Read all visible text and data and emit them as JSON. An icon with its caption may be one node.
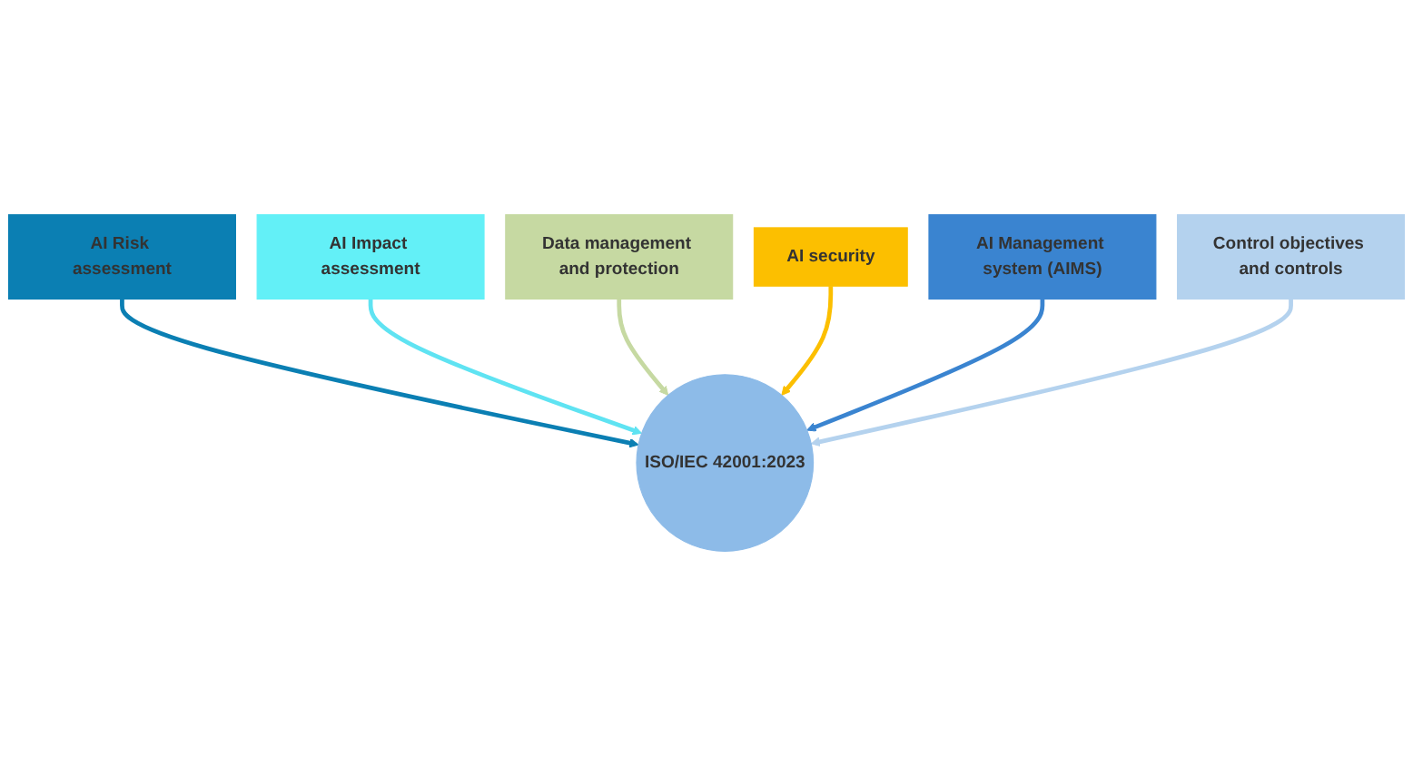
{
  "diagram": {
    "nodes": [
      {
        "text": [
          "AI Risk assessment"
        ]
      },
      {
        "text": [
          "AI Impact assessment"
        ]
      },
      {
        "text": [
          "Data management and protection"
        ]
      },
      {
        "text": [
          "AI security"
        ]
      },
      {
        "text": [
          "AI Management system (AIMS)"
        ]
      },
      {
        "text": [
          "Control objectives and controls"
        ]
      },
      {
        "text": [
          "ISO/IEC 42001:2023"
        ]
      }
    ],
    "edges": [
      {
        "from": 0,
        "to": 6,
        "arrow": "to",
        "color": "#0b7fb3"
      },
      {
        "from": 1,
        "to": 6,
        "arrow": "to",
        "color": "#5fe3f2"
      },
      {
        "from": 2,
        "to": 6,
        "arrow": "to",
        "color": "#c6d9a2"
      },
      {
        "from": 3,
        "to": 6,
        "arrow": "to",
        "color": "#fcbf00"
      },
      {
        "from": 4,
        "to": 6,
        "arrow": "to",
        "color": "#3a84d0"
      },
      {
        "from": 5,
        "to": 6,
        "arrow": "to",
        "color": "#b4d2ee"
      }
    ]
  }
}
